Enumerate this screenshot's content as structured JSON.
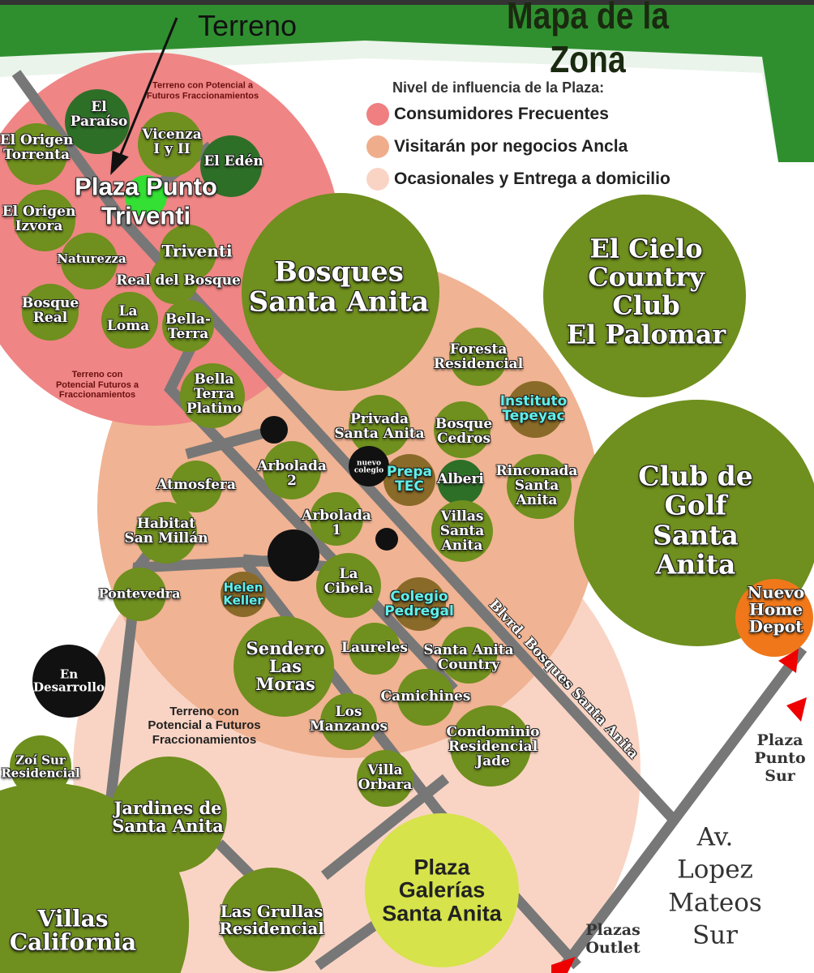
{
  "header": {
    "title": "Mapa de la Zona",
    "pointer_label": "Terreno"
  },
  "legend": {
    "title": "Nivel de influencia de la Plaza:",
    "items": [
      {
        "label": "Consumidores Frecuentes",
        "color": "#ef7f80"
      },
      {
        "label": "Visitarán por negocios Ancla",
        "color": "#f0ad8c"
      },
      {
        "label": "Ocasionales y Entrega a domicilio",
        "color": "#f9d4c4"
      }
    ]
  },
  "center": {
    "name": "Plaza Punto\nTriventi"
  },
  "notes": [
    "Terreno con Potencial a\nFuturos Fraccionamientos",
    "Terreno con\nPotencial Futuros a\nFraccionamientos",
    "Terreno con\nPotencial a Futuros\nFraccionamientos"
  ],
  "places": [
    "El\nParaíso",
    "Vicenza\nI y II",
    "El Edén",
    "El Origen\nTorrenta",
    "El Origen\nIzvora",
    "Naturezza",
    "Triventi",
    "Real del Bosque",
    "Bosque\nReal",
    "La\nLoma",
    "Bella-\nTerra",
    "Bella\nTerra\nPlatino",
    "Bosques\nSanta Anita",
    "El Cielo\nCountry Club\nEl Palomar",
    "Foresta\nResidencial",
    "Instituto\nTepeyac",
    "Privada\nSanta Anita",
    "Bosque\nCedros",
    "Arbolada\n2",
    "nuevo\ncolegio",
    "Prepa\nTEC",
    "Alberi",
    "Rinconada\nSanta\nAnita",
    "Club de Golf\nSanta Anita",
    "Atmosfera",
    "Habitat\nSan Millán",
    "Arbolada\n1",
    "Villas\nSanta\nAnita",
    "Pontevedra",
    "Helen\nKeller",
    "La\nCibela",
    "Colegio\nPedregal",
    "Nuevo\nHome\nDepot",
    "Sendero\nLas\nMoras",
    "Laureles",
    "Santa Anita\nCountry",
    "En\nDesarrollo",
    "Camichines",
    "Los\nManzanos",
    "Condominio\nResidencial\nJade",
    "Villa\nOrbara",
    "Zoí Sur\nResidencial",
    "Jardines de\nSanta Anita",
    "Plaza\nGalerías\nSanta Anita",
    "Las Grullas\nResidencial",
    "Villas\nCalifornia",
    "Plaza\nPunto\nSur",
    "Plazas\nOutlet"
  ],
  "roads": {
    "blvd": "Blvrd. Bosques Santa Anita",
    "avenue": "Av. Lopez\nMateos\nSur"
  }
}
